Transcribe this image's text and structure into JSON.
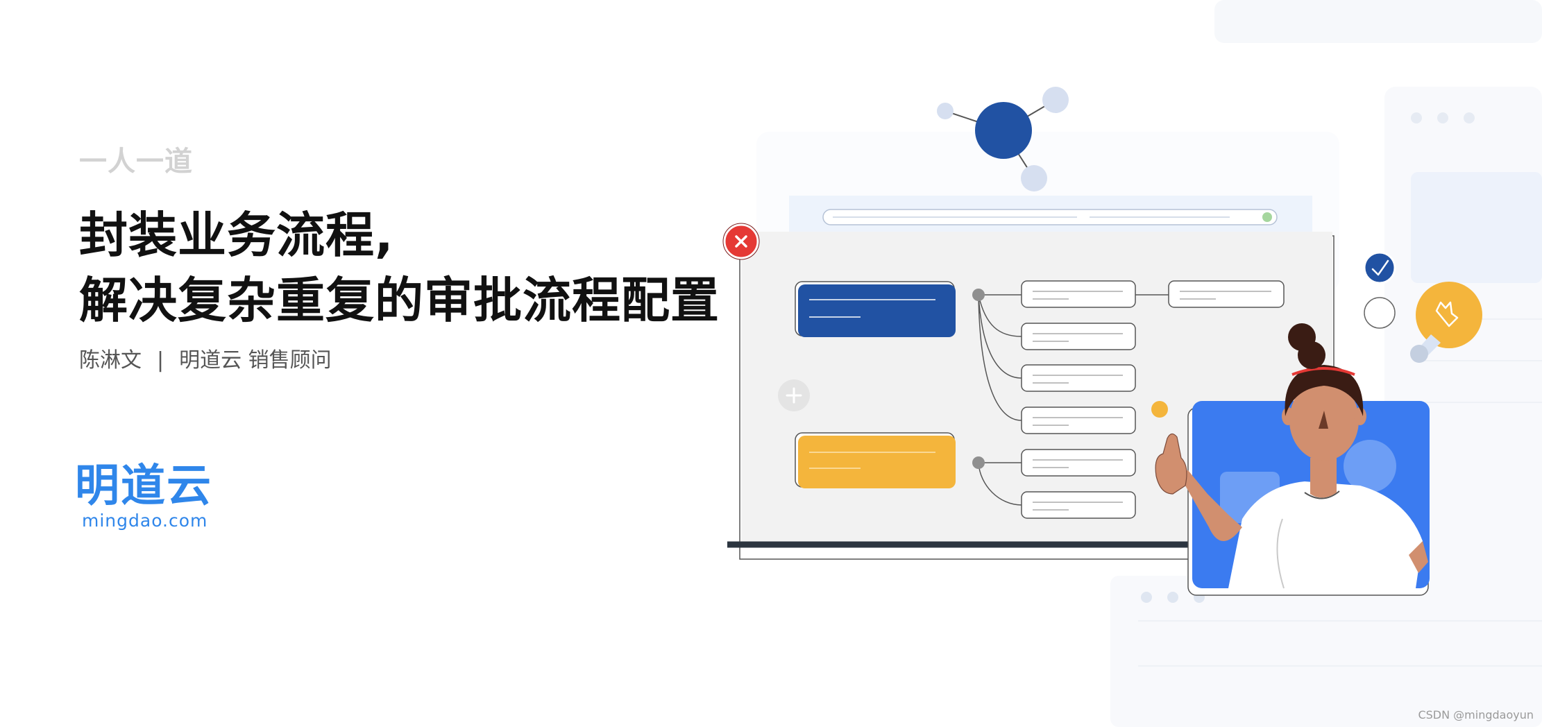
{
  "banner": {
    "tagline": "一人一道",
    "headline_line1": "封装业务流程,",
    "headline_line2": "解决复杂重复的审批流程配置",
    "presenter_name": "陈淋文",
    "separator": "|",
    "company_role": "明道云 销售顾问"
  },
  "logo": {
    "name_cn": "明道云",
    "domain": "mingdao.com"
  },
  "watermark": "CSDN @mingdaoyun",
  "colors": {
    "brand_blue": "#2f86ea",
    "navy": "#2152a3",
    "yellow": "#f4b53c",
    "red": "#e53935",
    "screen_blue": "#3b7bf0",
    "skin": "#d18f6f",
    "hair": "#3a1c14"
  },
  "icons": {
    "close": "close-icon",
    "plus": "plus-icon",
    "check": "check-icon",
    "lightbulb": "lightbulb-icon"
  }
}
